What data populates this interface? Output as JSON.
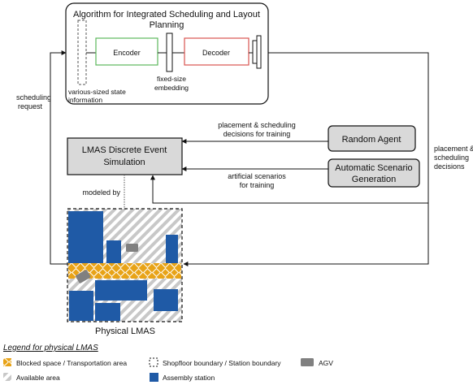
{
  "algorithm": {
    "title_line1": "Algorithm for Integrated Scheduling and Layout",
    "title_line2": "Planning",
    "encoder": "Encoder",
    "decoder": "Decoder",
    "state_label_line1": "various-sized state",
    "state_label_line2": "information",
    "embedding_label_line1": "fixed-size",
    "embedding_label_line2": "embedding",
    "colors": {
      "encoder_border": "#5cb85c",
      "decoder_border": "#d9534f"
    }
  },
  "simulation": {
    "line1": "LMAS Discrete Event",
    "line2": "Simulation"
  },
  "random_agent": {
    "label": "Random Agent"
  },
  "scenario_gen": {
    "line1": "Automatic Scenario",
    "line2": "Generation"
  },
  "edges": {
    "scheduling_request_line1": "scheduling",
    "scheduling_request_line2": "request",
    "random_line1": "placement & scheduling",
    "random_line2": "decisions for training",
    "scenario_line1": "artificial scenarios",
    "scenario_line2": "for training",
    "decisions_line1": "placement &",
    "decisions_line2": "scheduling",
    "decisions_line3": "decisions",
    "modeled_by": "modeled by"
  },
  "physical": {
    "label": "Physical LMAS",
    "colors": {
      "assembly": "#1f5aa6",
      "transport": "#e8a317",
      "agv": "#808080",
      "hatch": "#c8c8c8"
    }
  },
  "legend": {
    "title": "Legend for physical LMAS",
    "blocked": "Blocked space / Transportation area",
    "boundary": "Shopfloor boundary / Station boundary",
    "agv": "AGV",
    "available": "Available area",
    "assembly": "Assembly station"
  }
}
